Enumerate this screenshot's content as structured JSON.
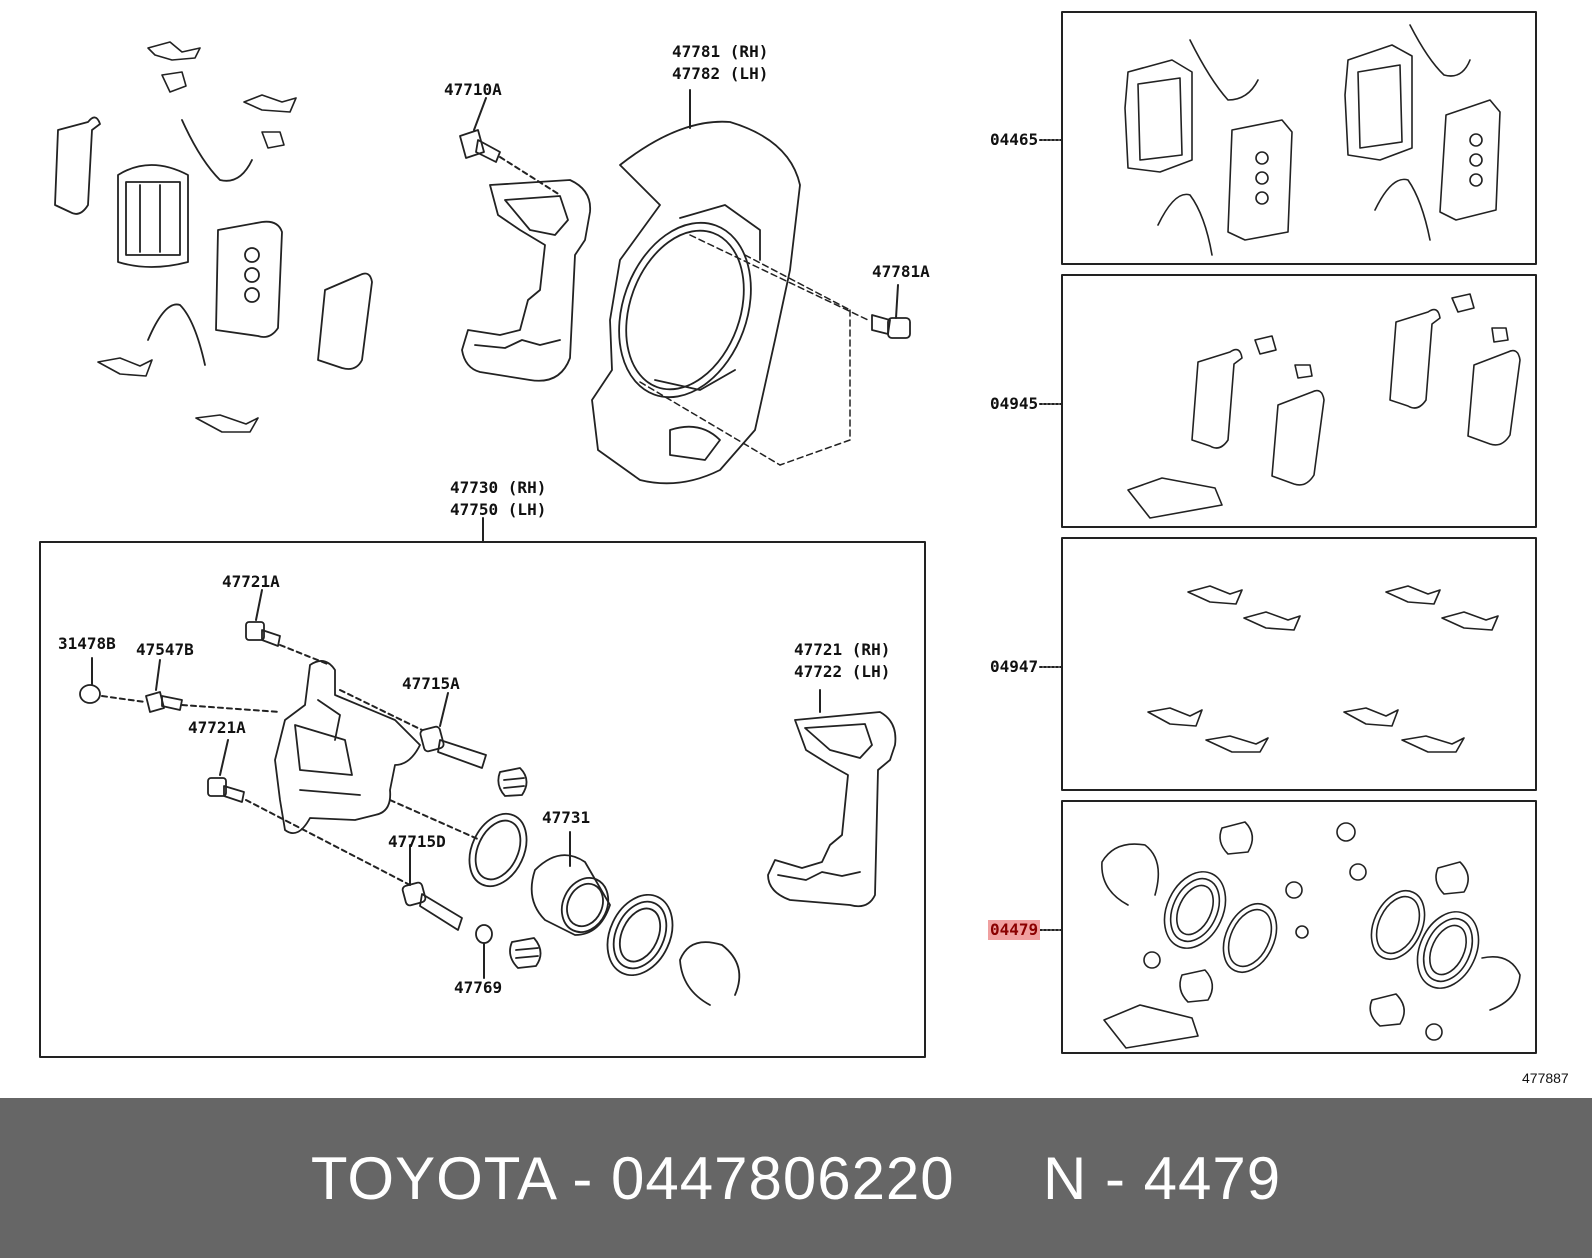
{
  "labels": {
    "l47781": "47781 (RH)",
    "l47782": "47782 (LH)",
    "l47710A": "47710A",
    "l47781A": "47781A",
    "l47730": "47730 (RH)",
    "l47750": "47750 (LH)",
    "l47721A_top": "47721A",
    "l31478B": "31478B",
    "l47547B": "47547B",
    "l47715A": "47715A",
    "l47721A_mid": "47721A",
    "l47721": "47721 (RH)",
    "l47722": "47722 (LH)",
    "l47731": "47731",
    "l47715D": "47715D",
    "l47769": "47769",
    "k04465": "04465",
    "k04945": "04945",
    "k04947": "04947",
    "k04479": "04479"
  },
  "diagram_ref": "477887",
  "footer": {
    "text": "TOYOTA - 0447806220     N - 4479"
  },
  "colors": {
    "highlight": "#f0a0a0",
    "footer_bg": "#666666"
  }
}
